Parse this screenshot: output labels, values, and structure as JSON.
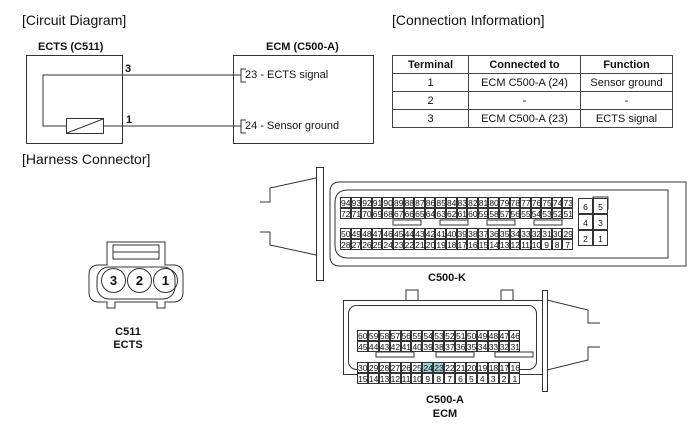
{
  "circuit": {
    "title": "[Circuit Diagram]",
    "ects_label": "ECTS (C511)",
    "ecm_label": "ECM (C500-A)",
    "wire_top_pin": "3",
    "wire_bottom_pin": "1",
    "ecm_pin_top": "23 - ECTS signal",
    "ecm_pin_bottom": "24 - Sensor ground"
  },
  "connection": {
    "title": "[Connection Information]",
    "headers": [
      "Terminal",
      "Connected to",
      "Function"
    ],
    "rows": [
      [
        "1",
        "ECM C500-A (24)",
        "Sensor ground"
      ],
      [
        "2",
        "-",
        "-"
      ],
      [
        "3",
        "ECM C500-A (23)",
        "ECTS signal"
      ]
    ]
  },
  "harness": {
    "title": "[Harness Connector]",
    "c511": {
      "pins": [
        "3",
        "2",
        "1"
      ],
      "name": "C511",
      "desc": "ECTS"
    },
    "c500k": {
      "name": "C500-K",
      "top_rows": [
        [
          "94",
          "93",
          "92",
          "91",
          "90",
          "89",
          "88",
          "87",
          "86",
          "85",
          "84",
          "83",
          "82",
          "81",
          "80",
          "79",
          "78",
          "77",
          "76",
          "75",
          "74",
          "73"
        ],
        [
          "72",
          "71",
          "70",
          "69",
          "68",
          "67",
          "66",
          "65",
          "64",
          "63",
          "62",
          "61",
          "60",
          "59",
          "58",
          "57",
          "56",
          "55",
          "54",
          "53",
          "52",
          "51"
        ]
      ],
      "bottom_rows": [
        [
          "50",
          "49",
          "48",
          "47",
          "46",
          "45",
          "44",
          "43",
          "42",
          "41",
          "40",
          "39",
          "38",
          "37",
          "36",
          "35",
          "34",
          "33",
          "32",
          "31",
          "30",
          "29"
        ],
        [
          "28",
          "27",
          "26",
          "25",
          "24",
          "23",
          "22",
          "21",
          "20",
          "19",
          "18",
          "17",
          "16",
          "15",
          "14",
          "13",
          "12",
          "11",
          "10",
          "9",
          "8",
          "7"
        ]
      ],
      "side_rows": [
        [
          "6",
          "5"
        ],
        [
          "4",
          "3"
        ],
        [
          "2",
          "1"
        ]
      ]
    },
    "c500a": {
      "name": "C500-A",
      "desc": "ECM",
      "top_rows": [
        [
          "60",
          "59",
          "58",
          "57",
          "56",
          "55",
          "54",
          "53",
          "52",
          "51",
          "50",
          "49",
          "48",
          "47",
          "46"
        ],
        [
          "45",
          "44",
          "43",
          "42",
          "41",
          "40",
          "39",
          "38",
          "37",
          "36",
          "35",
          "34",
          "33",
          "32",
          "31"
        ]
      ],
      "bottom_rows": [
        [
          "30",
          "29",
          "28",
          "27",
          "26",
          "25",
          "24",
          "23",
          "22",
          "21",
          "20",
          "19",
          "18",
          "17",
          "16"
        ],
        [
          "15",
          "14",
          "13",
          "12",
          "11",
          "10",
          "9",
          "8",
          "7",
          "6",
          "5",
          "4",
          "3",
          "2",
          "1"
        ]
      ],
      "highlighted_pins": [
        "24",
        "23"
      ],
      "highlight_color": "#9fcfd6"
    }
  }
}
